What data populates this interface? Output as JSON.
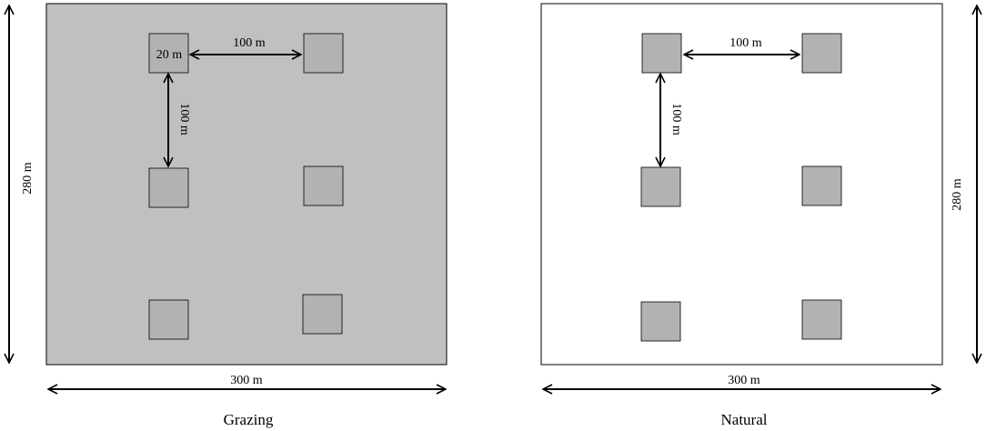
{
  "panels": [
    {
      "title": "Grazing",
      "fill": "#c0c0c0",
      "width_label": "300 m",
      "height_label": "280 m",
      "plot_size_label": "20 m",
      "spacing_h_label": "100 m",
      "spacing_v_label": "100 m"
    },
    {
      "title": "Natural",
      "fill": "#ffffff",
      "width_label": "300 m",
      "height_label": "280 m",
      "spacing_h_label": "100 m",
      "spacing_v_label": "100 m"
    }
  ],
  "colors": {
    "plot_fill": "#b2b2b2",
    "outline": "#000000"
  }
}
